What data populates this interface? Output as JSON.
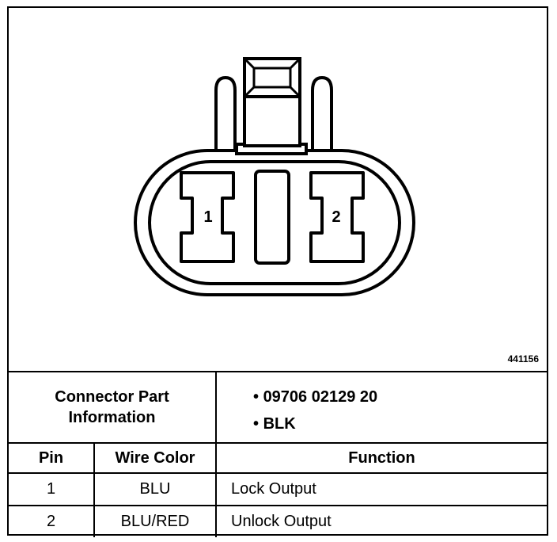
{
  "figure_id": "441156",
  "pins": {
    "left": "1",
    "right": "2"
  },
  "connector": {
    "label": "Connector Part Information",
    "label_line1": "Connector Part",
    "label_line2": "Information",
    "part_number": "09706 02129 20",
    "color": "BLK"
  },
  "table": {
    "headers": {
      "pin": "Pin",
      "wire_color": "Wire Color",
      "function": "Function"
    },
    "rows": [
      {
        "pin": "1",
        "wire_color": "BLU",
        "function": "Lock Output"
      },
      {
        "pin": "2",
        "wire_color": "BLU/RED",
        "function": "Unlock Output"
      }
    ]
  }
}
